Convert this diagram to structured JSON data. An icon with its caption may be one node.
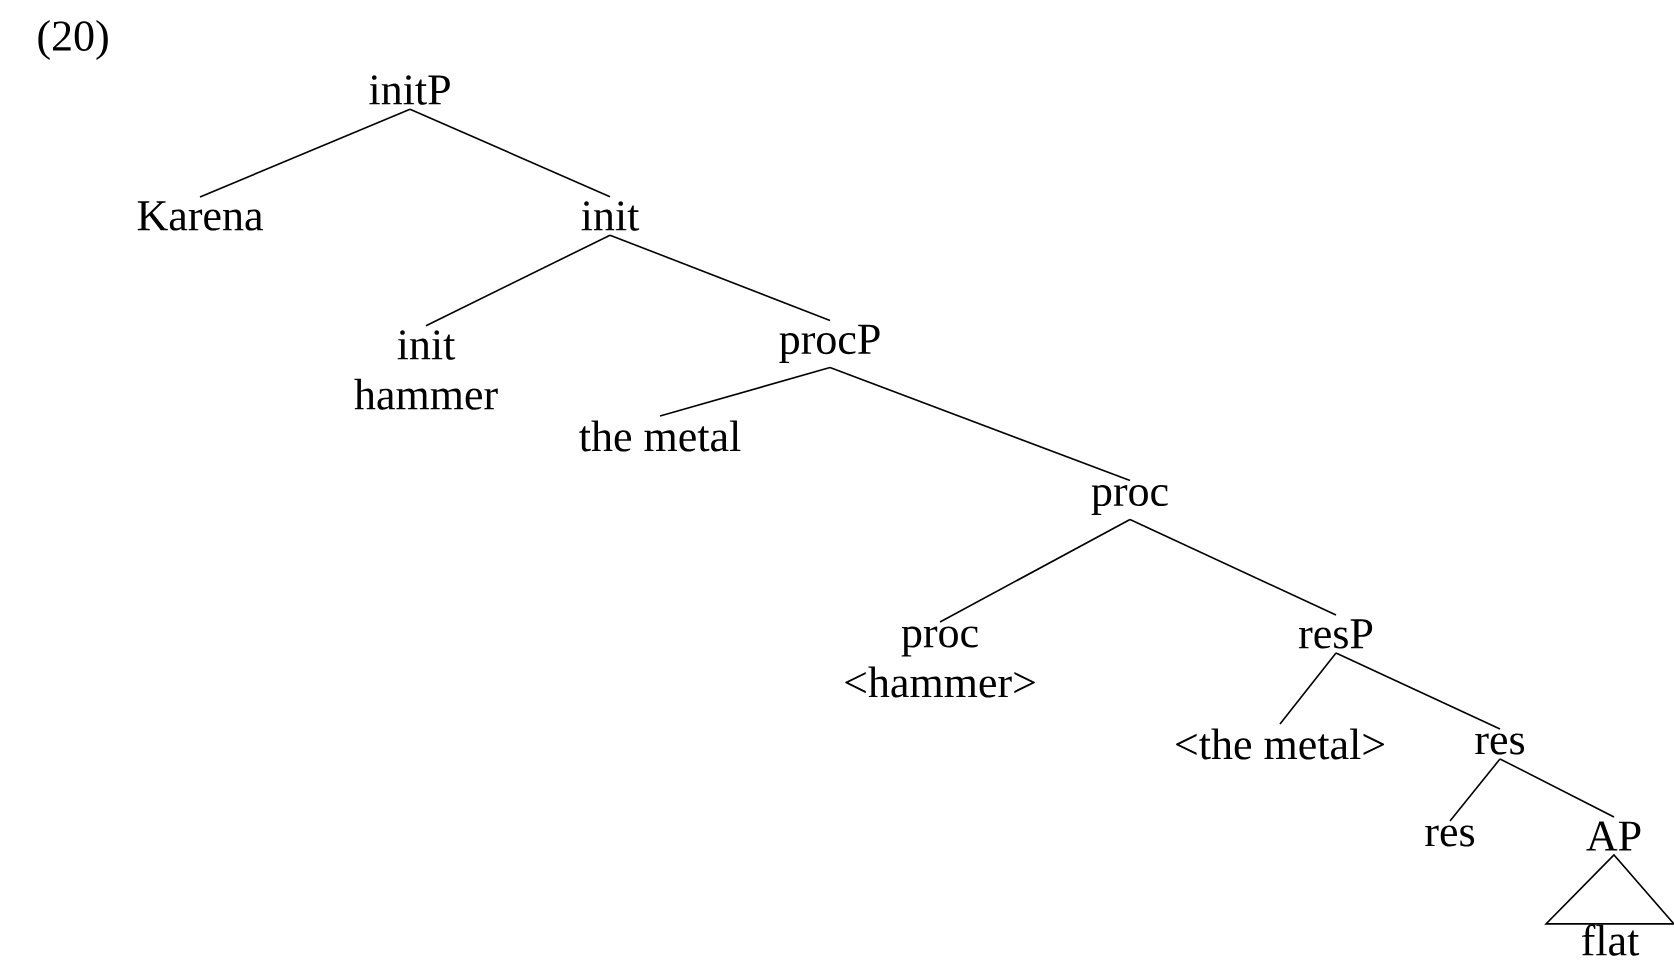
{
  "diagram": {
    "nodes": [
      {
        "text": [
          "initP"
        ]
      },
      {
        "text": [
          "Karena"
        ]
      },
      {
        "text": [
          "init"
        ]
      },
      {
        "text": [
          "init",
          "hammer"
        ]
      },
      {
        "text": [
          "procP"
        ]
      },
      {
        "text": [
          "the metal"
        ]
      },
      {
        "text": [
          "proc"
        ]
      },
      {
        "text": [
          "proc",
          "<hammer>"
        ]
      },
      {
        "text": [
          "resP"
        ]
      },
      {
        "text": [
          "<the metal>"
        ]
      },
      {
        "text": [
          "res"
        ]
      },
      {
        "text": [
          "res"
        ]
      },
      {
        "text": [
          "AP"
        ]
      },
      {
        "text": [
          "flat"
        ]
      }
    ],
    "edges": [
      {
        "from": 0,
        "to": 1,
        "arrow": "none"
      },
      {
        "from": 0,
        "to": 2,
        "arrow": "none"
      },
      {
        "from": 2,
        "to": 3,
        "arrow": "none"
      },
      {
        "from": 2,
        "to": 4,
        "arrow": "none"
      },
      {
        "from": 4,
        "to": 5,
        "arrow": "none"
      },
      {
        "from": 4,
        "to": 6,
        "arrow": "none"
      },
      {
        "from": 6,
        "to": 7,
        "arrow": "none"
      },
      {
        "from": 6,
        "to": 8,
        "arrow": "none"
      },
      {
        "from": 8,
        "to": 9,
        "arrow": "none"
      },
      {
        "from": 8,
        "to": 10,
        "arrow": "none"
      },
      {
        "from": 10,
        "to": 11,
        "arrow": "none"
      },
      {
        "from": 10,
        "to": 12,
        "arrow": "none"
      },
      {
        "from": 12,
        "to": 13,
        "arrow": "none"
      }
    ],
    "labels": [
      "(20)"
    ]
  }
}
